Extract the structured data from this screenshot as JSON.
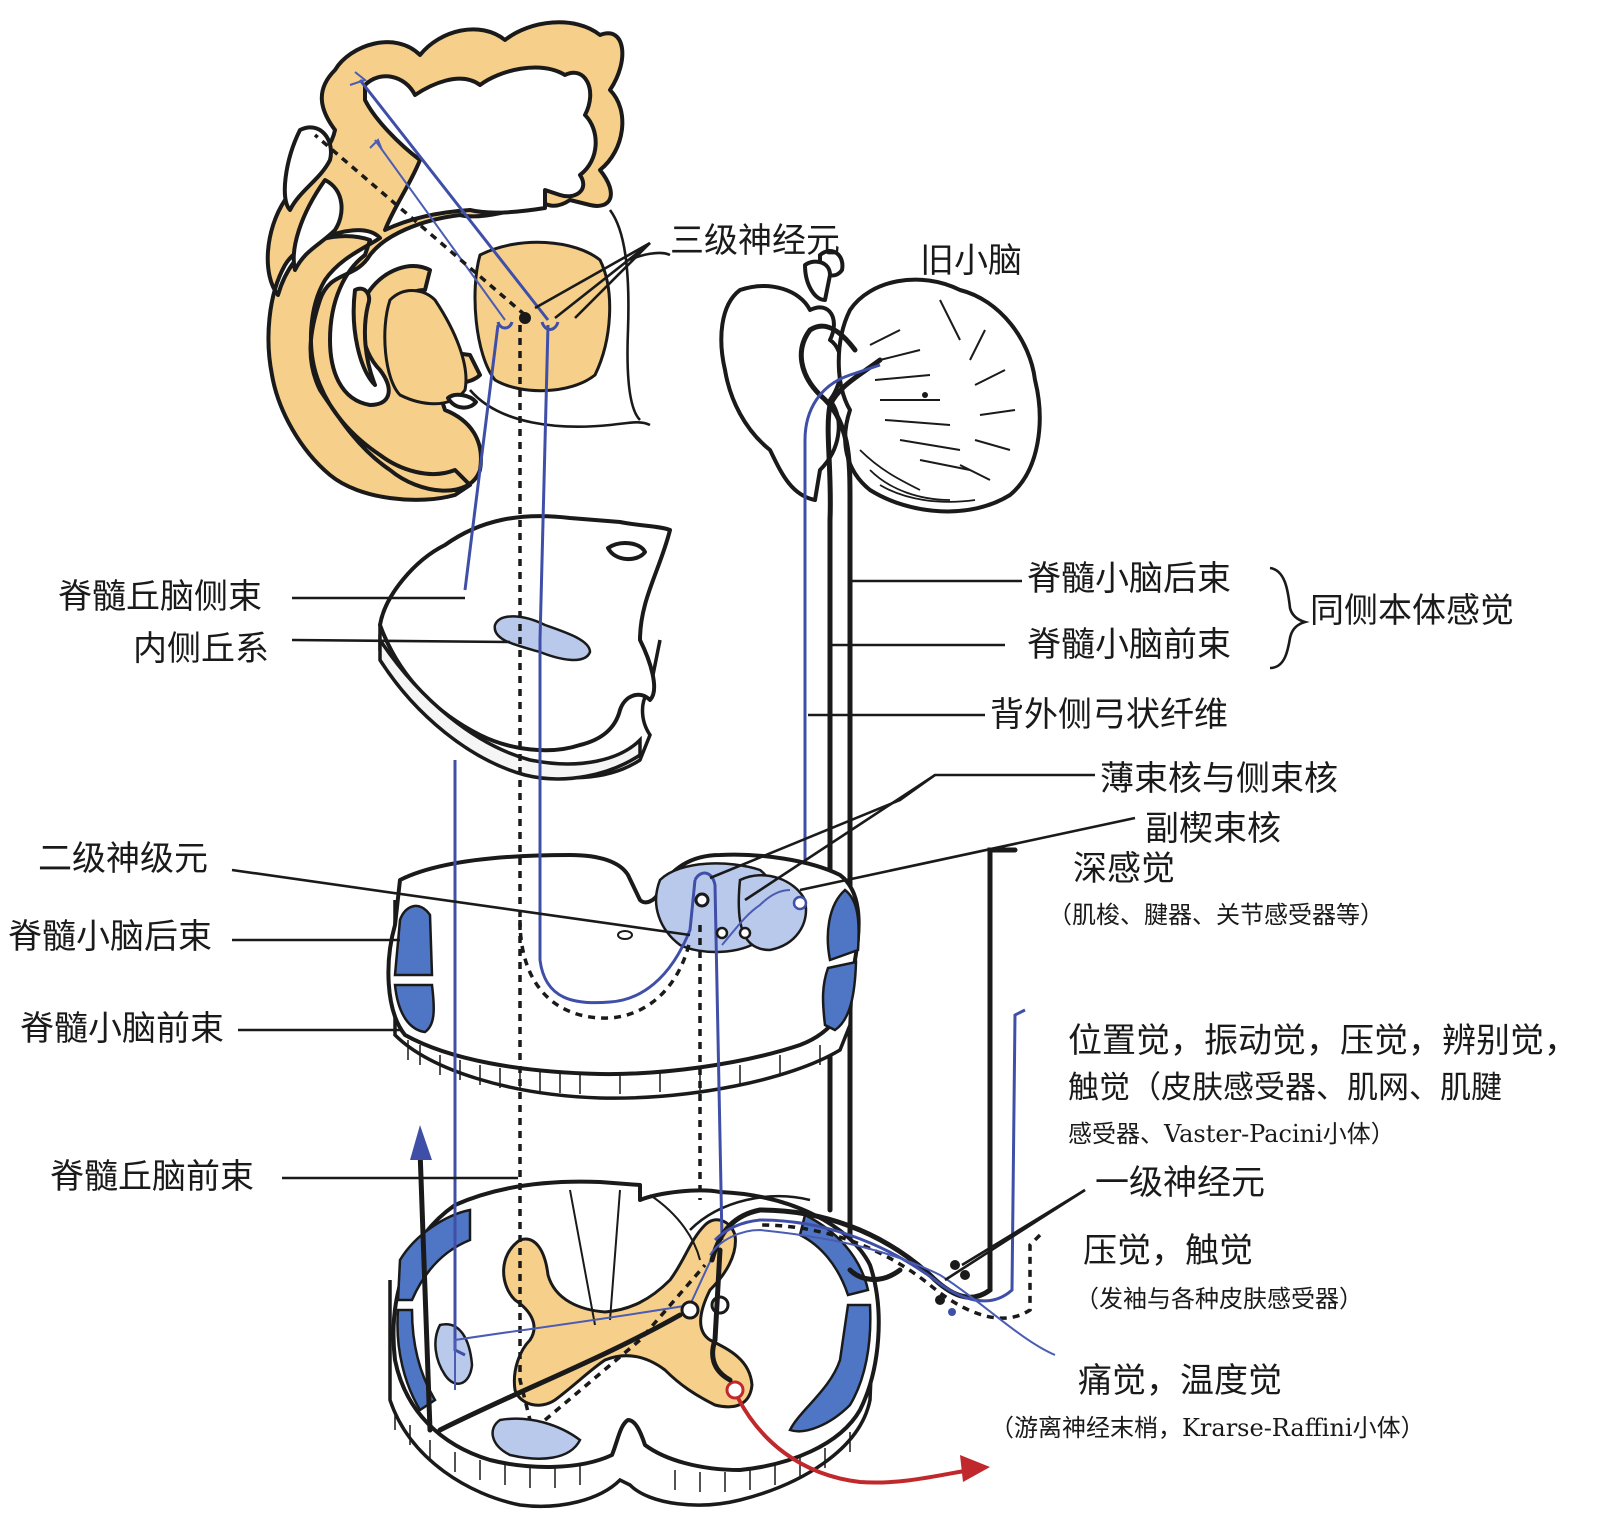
{
  "labels": {
    "third_neuron": "三级神经元",
    "paleocerebellum": "旧小脑",
    "spinothalamic_lateral_upper": "脊髓丘脑侧束",
    "medial_lemniscus": "内侧丘系",
    "post_spinocerebellar_right": "脊髓小脑后束",
    "ant_spinocerebellar_right": "脊髓小脑前束",
    "ipsilateral_proprioception": "同侧本体感觉",
    "dorsal_ext_arcuate": "背外侧弓状纤维",
    "gracile_cuneate_nucleus": "薄束核与侧束核",
    "accessory_cuneate_nucleus": "副楔束核",
    "second_neuron": "二级神级元",
    "post_spinocerebellar_left": "脊髓小脑后束",
    "ant_spinocerebellar_left": "脊髓小脑前束",
    "deep_sensation": "深感觉",
    "deep_sensation_note": "（肌梭、腱器、关节感受器等）",
    "position_sense": "位置觉，振动觉，压觉，辨别觉，",
    "touch_sense_a": "触觉（皮肤感受器、肌网、肌腱",
    "touch_sense_b": "感受器、Vaster-Pacini小体）",
    "spinothalamic_anterior": "脊髓丘脑前束",
    "first_neuron": "一级神经元",
    "pressure_touch": "压觉，触觉",
    "pressure_touch_note": "（发袖与各种皮肤感受器）",
    "pain_temp": "痛觉，温度觉",
    "pain_temp_note": "（游离神经末梢，Krarse-Raffini小体）"
  },
  "colors": {
    "cortex": "#f6cf8a",
    "tract_blue": "#4f76c4",
    "nucleus_light_blue": "#b9c9ec",
    "fiber_blue": "#3f4fa8",
    "motor_red": "#c0282c",
    "ink": "#1a1a1a"
  }
}
